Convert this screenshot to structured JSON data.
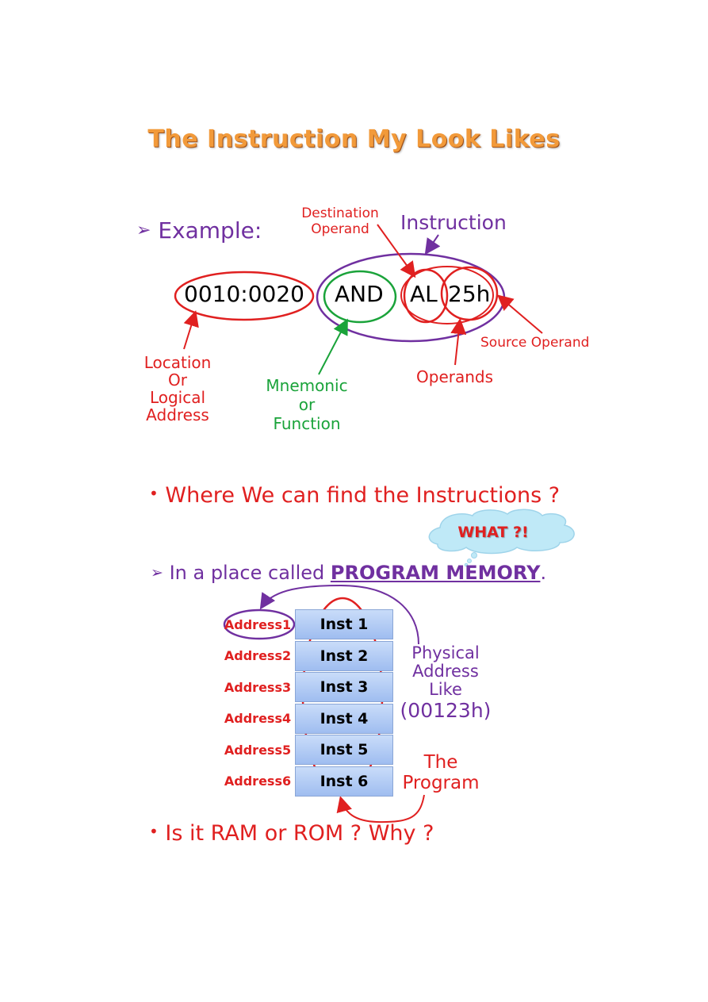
{
  "title": "The Instruction My Look Likes",
  "example": {
    "bullet": "➢",
    "label": "Example:",
    "address": "0010:0020",
    "mnemonic": "AND",
    "operand_dest": "AL",
    "operand_src": "25h",
    "labels": {
      "destination_line1": "Destination",
      "destination_line2": "Operand",
      "instruction": "Instruction",
      "source_operand": "Source Operand",
      "operands": "Operands",
      "location": [
        "Location",
        "Or",
        "Logical",
        "Address"
      ],
      "mnemonic": [
        "Mnemonic",
        "or",
        "Function"
      ]
    }
  },
  "question1": {
    "bullet": "•",
    "text": "Where We can find the Instructions ?"
  },
  "cloud": {
    "text": "WHAT ?!"
  },
  "answer": {
    "bullet": "➢",
    "prefix": "In a place called ",
    "highlight": "PROGRAM MEMORY",
    "suffix": "."
  },
  "memory": {
    "addresses": [
      "Address1",
      "Address2",
      "Address3",
      "Address4",
      "Address5",
      "Address6"
    ],
    "instructions": [
      "Inst 1",
      "Inst 2",
      "Inst 3",
      "Inst 4",
      "Inst 5",
      "Inst 6"
    ]
  },
  "physical_note": [
    "Physical",
    "Address",
    "Like",
    "(00123h)"
  ],
  "program_note": [
    "The",
    "Program"
  ],
  "question2": {
    "bullet": "•",
    "text": "Is it RAM or ROM ? Why ?"
  },
  "colors": {
    "title": "#f29a3a",
    "purple": "#7030a0",
    "red": "#e02020",
    "green": "#1aa33a",
    "cell": "#b4cdf5"
  }
}
